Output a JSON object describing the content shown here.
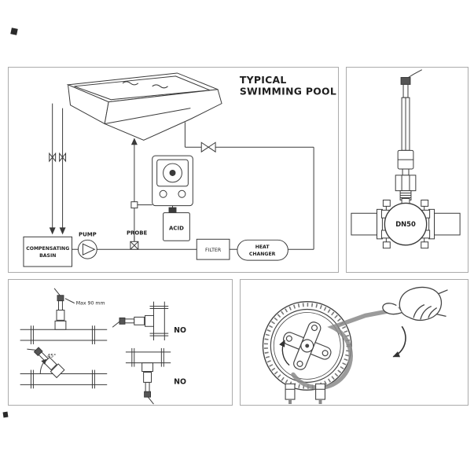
{
  "ink": "#3a3a3a",
  "panel_border": "#ababab",
  "pool_panel": {
    "title_line1": "TYPICAL",
    "title_line2": "SWIMMING POOL",
    "pump_label": "PUMP",
    "basin_line1": "COMPENSATING",
    "basin_line2": "BASIN",
    "probe_label": "PROBE",
    "acid_label": "ACID",
    "filter_label": "FILTER",
    "heat_line1": "HEAT",
    "heat_line2": "CHANGER"
  },
  "fitting_panel": {
    "size_label": "DN50"
  },
  "install_panel": {
    "max_height_label": "Max 90 mm",
    "angle_label": "45°",
    "no_label": "NO"
  }
}
